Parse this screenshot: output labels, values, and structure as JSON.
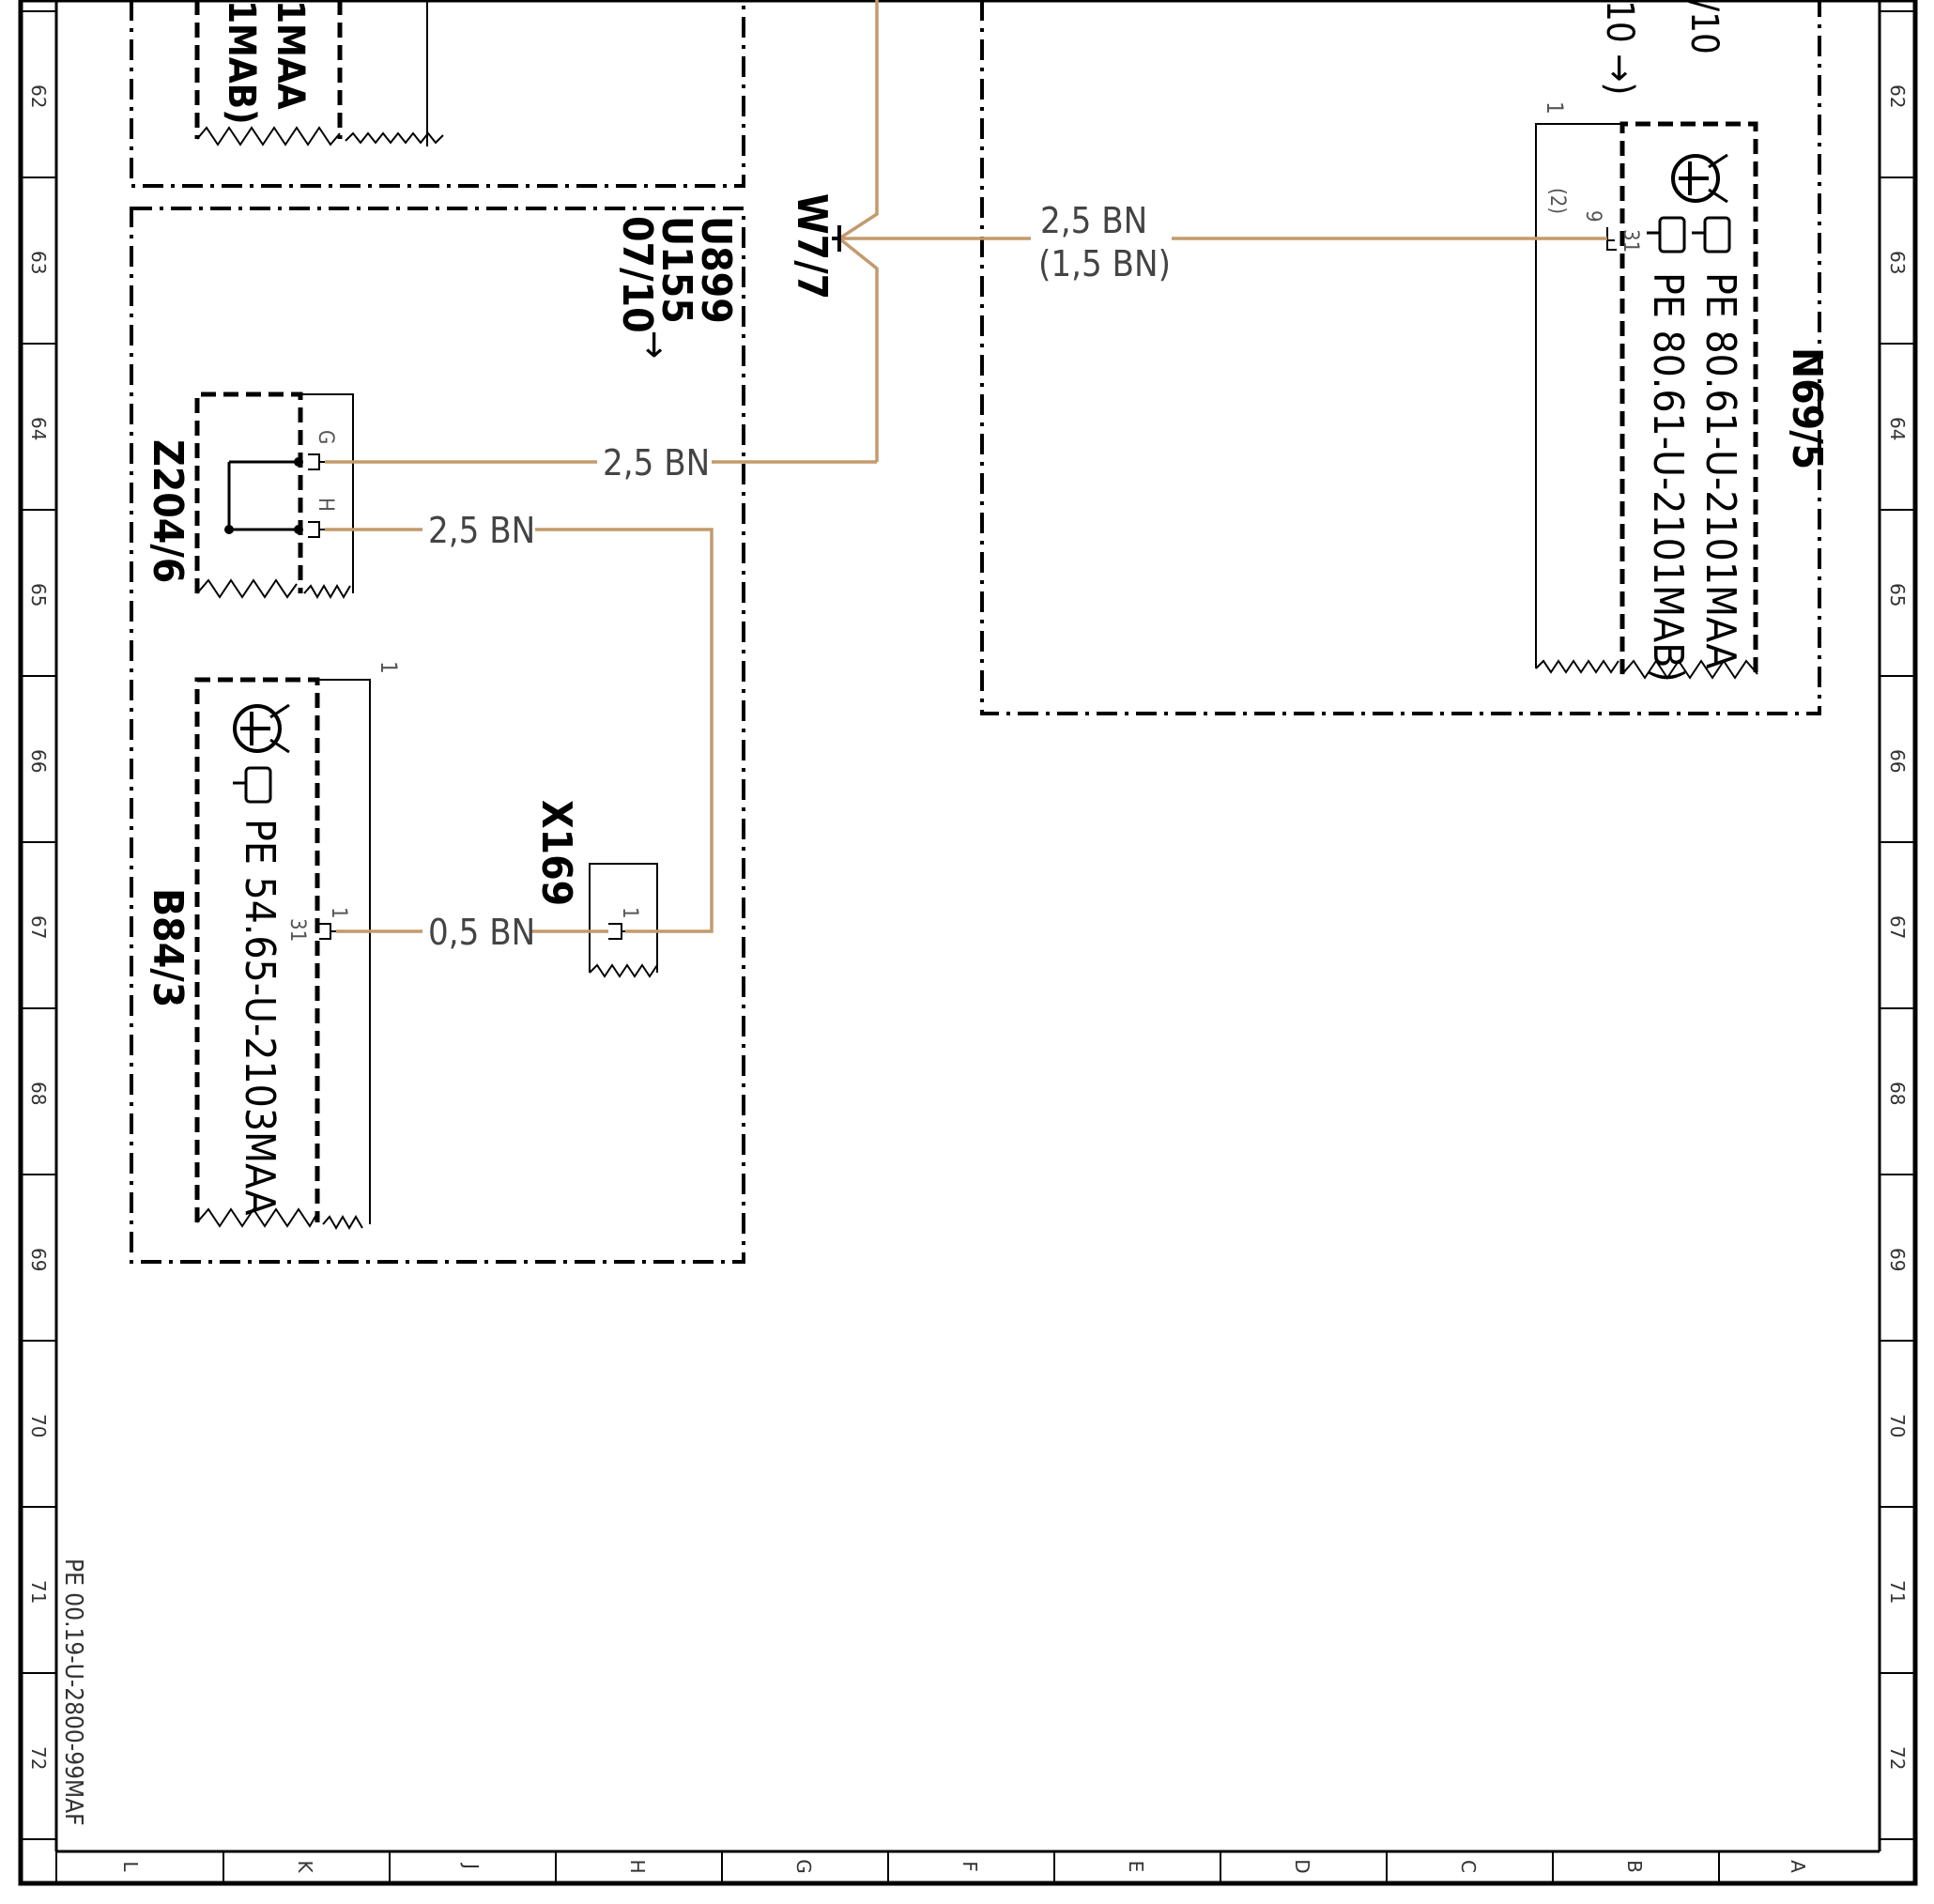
{
  "ruler": {
    "rows": [
      "62",
      "63",
      "64",
      "65",
      "66",
      "67",
      "68",
      "69",
      "70",
      "71",
      "72"
    ],
    "columns": [
      "L",
      "K",
      "J",
      "H",
      "G",
      "F",
      "E",
      "D",
      "C",
      "B",
      "A"
    ]
  },
  "doc_ref": "PE 00.19-U-2800-99MAF",
  "components": {
    "top_left_fragment": {
      "line1": "1MAA",
      "line2": "1MAB)"
    },
    "top_right_fragment": {
      "line1": "/10",
      "line2": "10 →)"
    },
    "w7": {
      "id": "W7/7"
    },
    "u_ref": {
      "line1": "U899",
      "line2": "U155",
      "line3": "07/10",
      "arrow": "→"
    },
    "z204": {
      "id": "Z204/6",
      "pin_g": "G",
      "pin_h": "H"
    },
    "x169": {
      "id": "X169",
      "pin": "1"
    },
    "b84": {
      "id": "B84/3",
      "doc": "PE  54.65-U-2103MAA",
      "pin_num": "31",
      "pin": "1",
      "shield_num": "1"
    },
    "n69": {
      "id": "N69/5",
      "doc1": "PE  80.61-U-2101MAA",
      "doc2": "PE  80.61-U-2101MAB)",
      "pin_num": "31",
      "pin": "9",
      "pin_alt": "(2)",
      "shield_num": "1"
    }
  },
  "wires": {
    "n69_w7": {
      "label": "2,5 BN",
      "alt": "(1,5 BN)"
    },
    "w7_z204g": {
      "label": "2,5 BN"
    },
    "z204h_x169": {
      "label": "2,5 BN"
    },
    "x169_b84": {
      "label": "0,5 BN"
    }
  },
  "colors": {
    "wire": "#c49a6c",
    "ink": "#000000"
  }
}
